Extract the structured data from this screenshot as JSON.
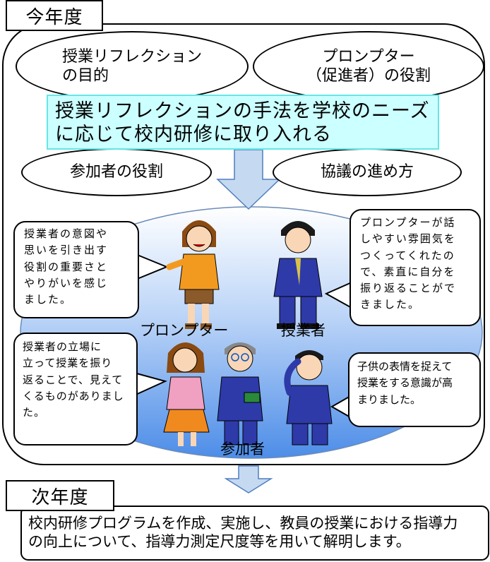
{
  "header": {
    "this_year": "今年度",
    "next_year": "次年度"
  },
  "topics": {
    "purpose": [
      "授業リフレクション",
      "の目的"
    ],
    "prompter_role": [
      "プロンプター",
      "（促進者）の役割"
    ],
    "participant_role": "参加者の役割",
    "discussion": "協議の進め方"
  },
  "headline": [
    "授業リフレクションの手法を学校のニーズ",
    "に応じて校内研修に取り入れる"
  ],
  "roles": {
    "prompter": "プロンプター",
    "teacher": "授業者",
    "participants": "参加者"
  },
  "comments": {
    "top_left": [
      "授業者の意図や",
      "思いを引き出す",
      "役割の重要さと",
      "やりがいを感じ",
      "ました。"
    ],
    "top_right": [
      "プロンプターが話",
      "しやすい雰囲気を",
      "つくってくれたの",
      "で、素直に自分を",
      "振り返ることがで",
      "きました。"
    ],
    "bottom_left": [
      "授業者の立場に",
      "立って授業を振り",
      "返ることで、見えて",
      "くるものがありまし",
      "た。"
    ],
    "bottom_right": [
      "子供の表情を捉えて",
      "授業をする意識が高",
      "まりました。"
    ]
  },
  "next_plan": [
    "校内研修プログラムを作成、実施し、教員の授業における指導力",
    "の向上について、指導力測定尺度等を用いて解明します。"
  ],
  "colors": {
    "headline_bg": "#ccffff",
    "headline_border": "#66e6e6",
    "arrow": "#c5d9f1",
    "arrow_stroke": "#4f7fbf",
    "oval_top": "#ffffff",
    "oval_bottom": "#4d8de8"
  }
}
